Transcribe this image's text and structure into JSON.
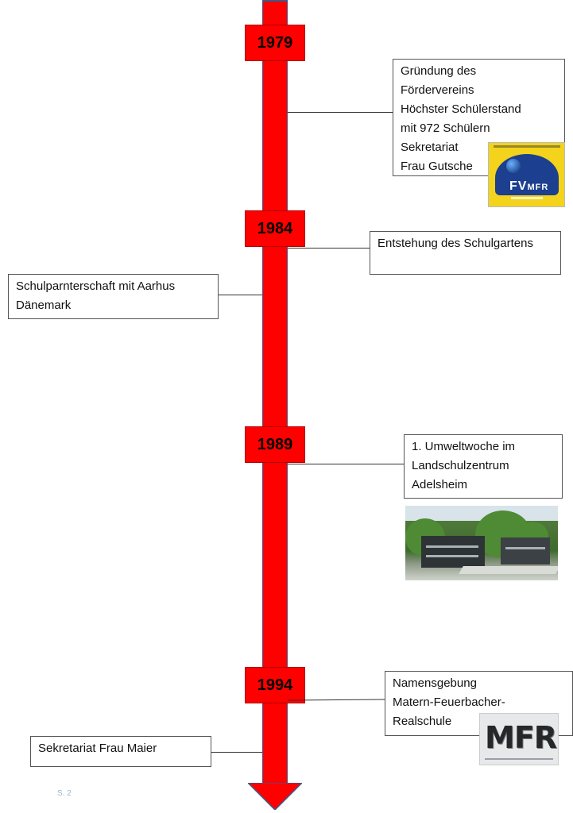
{
  "timeline": {
    "years": [
      "1979",
      "1984",
      "1989",
      "1994"
    ],
    "arrow_color": "#ff0000"
  },
  "events": {
    "e1979": [
      "Gründung des",
      "Fördervereins",
      "Höchster Schülerstand",
      "mit 972 Schülern",
      "Sekretariat",
      "Frau Gutsche"
    ],
    "e1984": [
      "Entstehung des Schulgartens"
    ],
    "partnership": [
      "Schulparnterschaft mit Aarhus",
      "Dänemark"
    ],
    "e1989": [
      "1. Umweltwoche im",
      "Landschulzentrum",
      "Adelsheim"
    ],
    "e1994": [
      "Namensgebung",
      "Matern-Feuerbacher-",
      "Realschule"
    ],
    "secretary": [
      "Sekretariat Frau Maier"
    ]
  },
  "images": {
    "fv_logo": {
      "name": "fv-mfr-logo",
      "colors": [
        "#f3d31c",
        "#1c3f8f"
      ]
    },
    "school_photo": {
      "name": "landschulzentrum-photo"
    },
    "mfr_logo": {
      "name": "mfr-logo"
    }
  },
  "footer": {
    "page": "S. 2"
  }
}
